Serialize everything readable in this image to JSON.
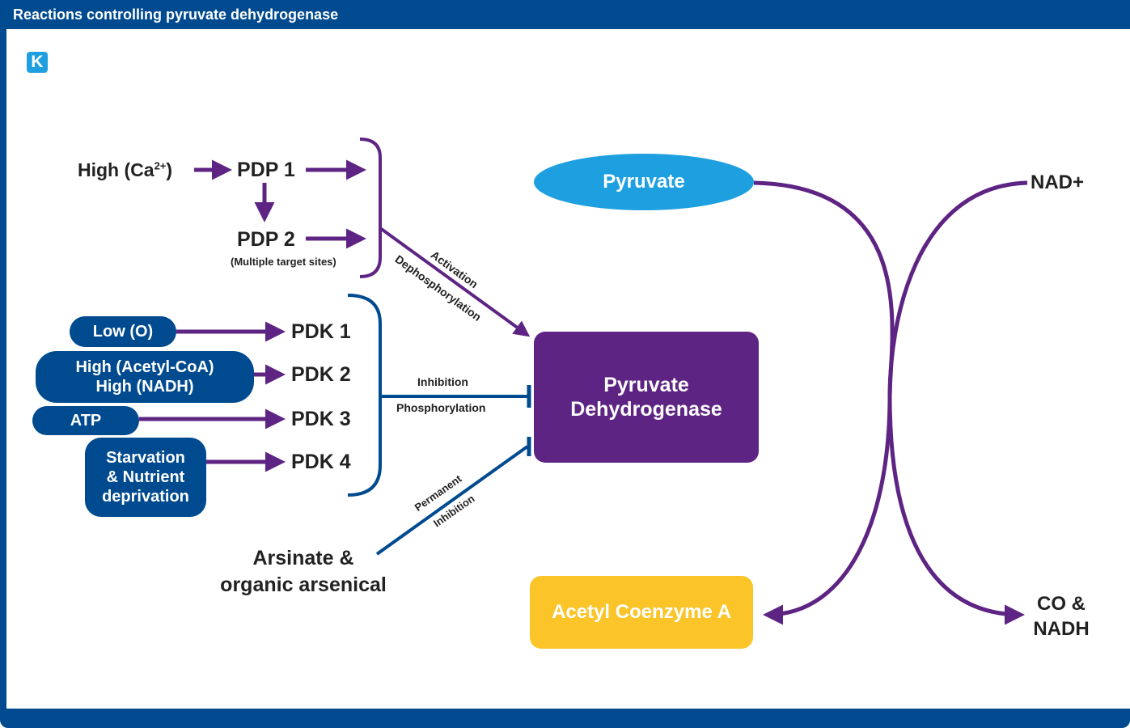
{
  "header": {
    "title": "Reactions controlling pyruvate dehydrogenase",
    "panel_label": "K"
  },
  "colors": {
    "frame": "#004a8f",
    "purple": "#5e2483",
    "cyan": "#1ea0e0",
    "yellow": "#fbc428",
    "dark_blue": "#004a8f"
  },
  "nodes": {
    "high_ca": "High (Ca",
    "high_ca_sup": "2+",
    "high_ca_close": ")",
    "pdp1": "PDP 1",
    "pdp2": "PDP 2",
    "pdp2_note": "(Multiple target sites)",
    "low_o": "Low (O)",
    "acetyl_coa": "High (Acetyl-CoA)",
    "nadh_high": "High (NADH)",
    "atp": "ATP",
    "starvation_1": "Starvation",
    "starvation_2": "& Nutrient",
    "starvation_3": "deprivation",
    "pdk1": "PDK 1",
    "pdk2": "PDK 2",
    "pdk3": "PDK 3",
    "pdk4": "PDK 4",
    "arsinate_1": "Arsinate &",
    "arsinate_2": "organic arsenical",
    "pyruvate": "Pyruvate",
    "pdh_1": "Pyruvate",
    "pdh_2": "Dehydrogenase",
    "acetyl_coenzyme": "Acetyl Coenzyme A",
    "nad_plus": "NAD+",
    "co_1": "CO &",
    "co_2": "NADH"
  },
  "edge_labels": {
    "activation": "Activation",
    "dephosphorylation": "Dephosphorylation",
    "inhibition": "Inhibition",
    "phosphorylation": "Phosphorylation",
    "permanent": "Permanent",
    "inhibition_2": "Inhibition"
  }
}
